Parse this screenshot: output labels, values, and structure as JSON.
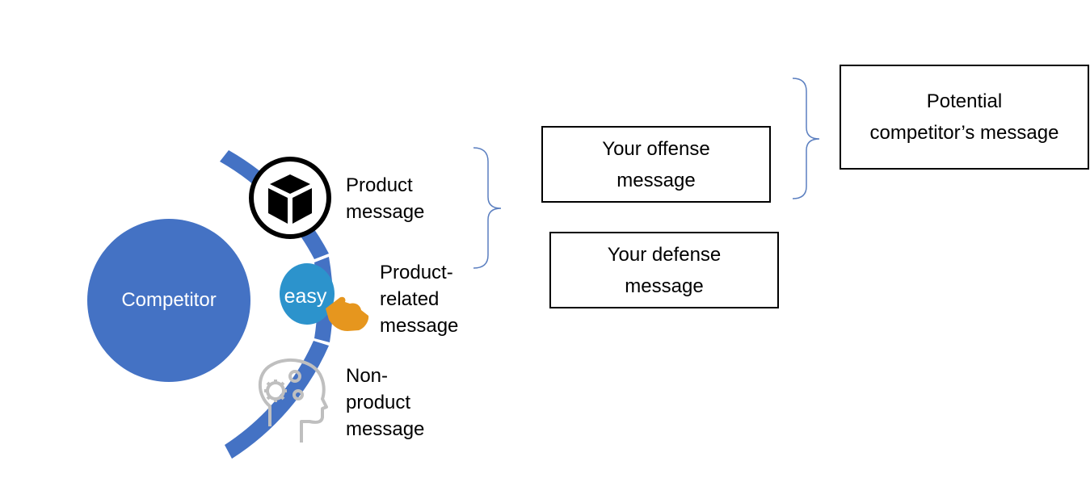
{
  "colors": {
    "competitor_fill": "#4472C4",
    "arc_fill": "#4472C4",
    "bracket_stroke": "#5B7FC0",
    "box_border": "#000000",
    "easy_icon_fill": "#2C93CC",
    "hand_icon_fill": "#E6961E",
    "head_icon_stroke": "#BFBFBF",
    "box_icon_fill": "#000000"
  },
  "competitor": {
    "label": "Competitor"
  },
  "arc_items": [
    {
      "label_lines": [
        "Product",
        "message"
      ],
      "icon": "product-box-icon"
    },
    {
      "label_lines": [
        "Product-",
        "related",
        "message"
      ],
      "icon": "easy-touch-icon"
    },
    {
      "label_lines": [
        "Non-",
        "product",
        "message"
      ],
      "icon": "head-gears-icon"
    }
  ],
  "easy_icon": {
    "text": "easy"
  },
  "offense_box": {
    "lines": [
      "Your offense",
      "message"
    ]
  },
  "defense_box": {
    "lines": [
      "Your defense",
      "message"
    ]
  },
  "potential_box": {
    "lines": [
      "Potential",
      "competitor’s message"
    ]
  }
}
